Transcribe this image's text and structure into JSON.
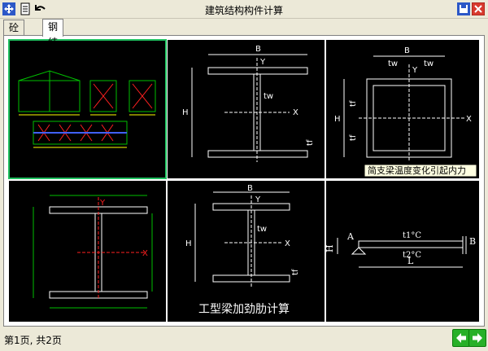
{
  "window": {
    "title": "建筑结构构件计算",
    "icons": [
      "move-icon",
      "document-icon",
      "undo-icon"
    ]
  },
  "tabs": [
    {
      "label": "砼结构",
      "active": false
    },
    {
      "label": "钢结构",
      "active": true
    }
  ],
  "cells": [
    {
      "id": "frame-elevation",
      "selected": true,
      "caption": ""
    },
    {
      "id": "h-section",
      "caption": "",
      "labels": {
        "b": "B",
        "h": "H",
        "tw": "tw",
        "tf": "tf",
        "x": "X",
        "y": "Y"
      }
    },
    {
      "id": "box-section",
      "caption": "简支梁温度变化引起内力",
      "labels": {
        "b": "B",
        "h": "H",
        "tw1": "tw",
        "tw2": "tw",
        "tf1": "tf",
        "tf2": "tf",
        "x": "X",
        "y": "Y"
      }
    },
    {
      "id": "h-section-dim",
      "caption": "",
      "labels": {
        "x": "X",
        "y": "Y"
      }
    },
    {
      "id": "h-section-stiffened",
      "caption": "工型梁加劲肋计算",
      "labels": {
        "b": "B",
        "h": "H",
        "tw": "tw",
        "tf": "tf",
        "x": "X",
        "y": "Y"
      }
    },
    {
      "id": "beam-temp",
      "caption": "",
      "labels": {
        "a": "A",
        "b": "B",
        "h": "H",
        "l": "L",
        "t1": "t1°C",
        "t2": "t2°C"
      }
    }
  ],
  "status": {
    "text": "第1页, 共2页"
  },
  "nav": {
    "prev": "previous-page",
    "next": "next-page"
  },
  "colors": {
    "chrome": "#ece9d8",
    "canvas": "#000000",
    "cad_line": "#ffffff",
    "cad_green": "#00c000",
    "cad_red": "#ff2020",
    "cad_yellow": "#ffff00",
    "selection": "#20c060",
    "nav_green": "#28b028"
  }
}
